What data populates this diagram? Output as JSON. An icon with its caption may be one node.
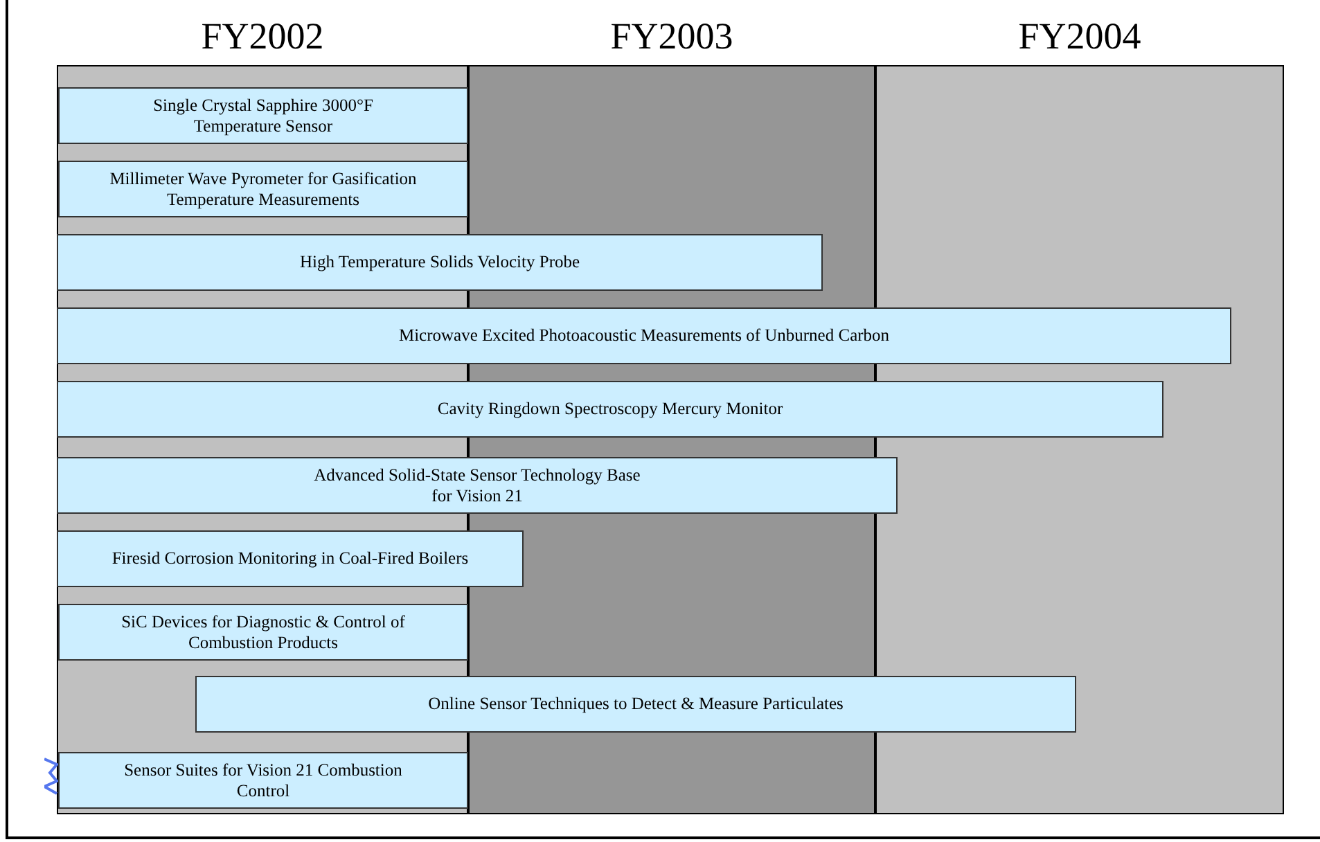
{
  "diagram": {
    "nodes": [
      {
        "text": [
          "FY2002"
        ]
      },
      {
        "text": [
          "FY2003"
        ]
      },
      {
        "text": [
          "FY2004"
        ]
      },
      {
        "text": [
          "Single Crystal Sapphire 3000°F Temperature Sensor"
        ],
        "in": 0
      },
      {
        "text": [
          "Millimeter Wave Pyrometer for Gasification Temperature Measurements"
        ],
        "in": 0
      },
      {
        "text": [
          "High Temperature Solids Velocity Probe"
        ]
      },
      {
        "text": [
          "Microwave Excited Photoacoustic Measurements of Unburned Carbon"
        ]
      },
      {
        "text": [
          "Cavity Ringdown Spectroscopy Mercury Monitor"
        ]
      },
      {
        "text": [
          "Advanced Solid-State Sensor Technology Base for Vision 21"
        ]
      },
      {
        "text": [
          "Firesid Corrosion Monitoring in Coal-Fired Boilers"
        ]
      },
      {
        "text": [
          "SiC Devices for Diagnostic & Control of Combustion Products"
        ],
        "in": 0
      },
      {
        "text": [
          "Online Sensor Techniques to Detect & Measure Particulates"
        ]
      },
      {
        "text": [
          "Sensor Suites for Vision 21 Combustion Control"
        ],
        "in": 0
      }
    ],
    "edges": []
  }
}
